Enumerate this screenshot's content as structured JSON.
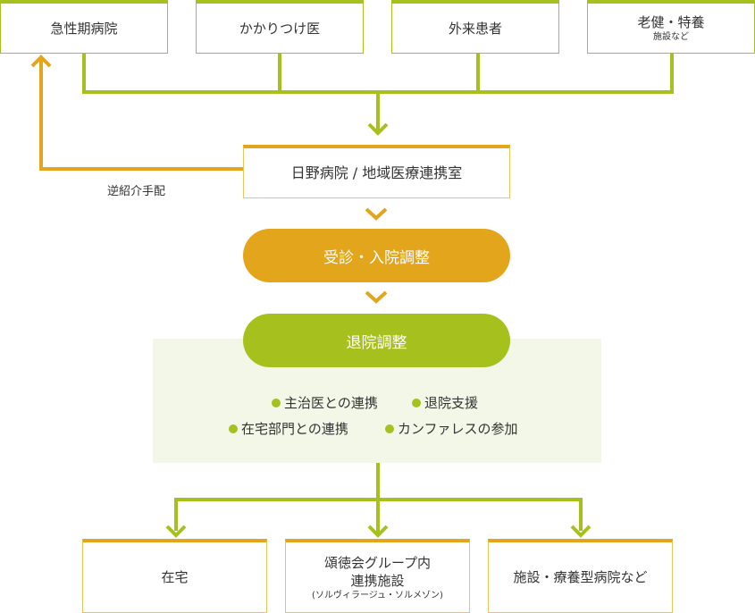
{
  "sources": [
    {
      "label": "急性期病院"
    },
    {
      "label": "かかりつけ医"
    },
    {
      "label": "外来患者"
    },
    {
      "label": "老健・特養",
      "sub": "施設など"
    }
  ],
  "center": {
    "label": "日野病院 / 地域医療連携室"
  },
  "reverse_referral": "逆紹介手配",
  "step1": "受診・入院調整",
  "step2": "退院調整",
  "activities": [
    "主治医との連携",
    "退院支援",
    "在宅部門との連携",
    "カンファレスの参加"
  ],
  "destinations": [
    {
      "label": "在宅"
    },
    {
      "label": "頌徳会グループ内",
      "label2": "連携施設",
      "sub": "(ソルヴィラージュ・ソルメゾン)"
    },
    {
      "label": "施設・療養型病院など"
    }
  ],
  "colors": {
    "green": "#a6c11e",
    "amber": "#e3a51b",
    "panel": "#f3f7e8"
  }
}
